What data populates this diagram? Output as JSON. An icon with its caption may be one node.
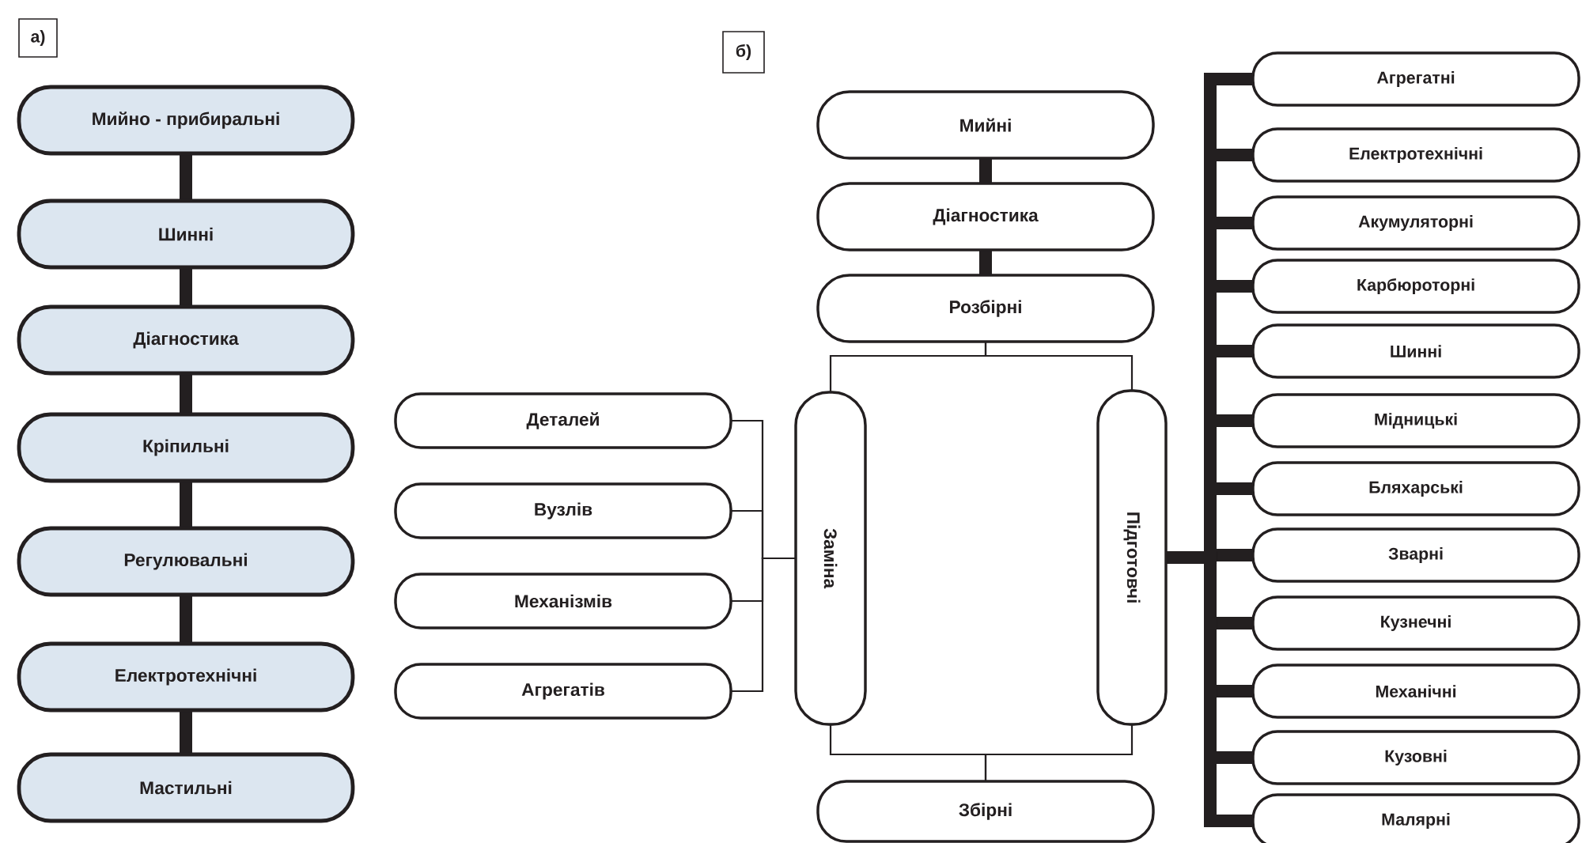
{
  "diagram": {
    "nodes": [
      {
        "text": [
          "а)"
        ]
      },
      {
        "text": [
          "Мийно - прибиральні"
        ]
      },
      {
        "text": [
          "Шинні"
        ]
      },
      {
        "text": [
          "Діагностика"
        ]
      },
      {
        "text": [
          "Кріпильні"
        ]
      },
      {
        "text": [
          "Регулювальні"
        ]
      },
      {
        "text": [
          "Електротехнічні"
        ]
      },
      {
        "text": [
          "Мастильні"
        ]
      },
      {
        "text": [
          "б)"
        ]
      },
      {
        "text": [
          "Деталей"
        ]
      },
      {
        "text": [
          "Вузлів"
        ]
      },
      {
        "text": [
          "Механізмів"
        ]
      },
      {
        "text": [
          "Агрегатів"
        ]
      },
      {
        "text": [
          "Мийні"
        ]
      },
      {
        "text": [
          "Діагностика"
        ]
      },
      {
        "text": [
          "Розбірні"
        ]
      },
      {
        "text": [
          "Заміна"
        ]
      },
      {
        "text": [
          "Підготовчі"
        ]
      },
      {
        "text": [
          "Збірні"
        ]
      },
      {
        "text": [
          "Агрегатні"
        ]
      },
      {
        "text": [
          "Електротехнічні"
        ]
      },
      {
        "text": [
          "Акумуляторні"
        ]
      },
      {
        "text": [
          "Карбюроторні"
        ]
      },
      {
        "text": [
          "Шинні"
        ]
      },
      {
        "text": [
          "Мідницькі"
        ]
      },
      {
        "text": [
          "Бляхарські"
        ]
      },
      {
        "text": [
          "Зварні"
        ]
      },
      {
        "text": [
          "Кузнечні"
        ]
      },
      {
        "text": [
          "Механічні"
        ]
      },
      {
        "text": [
          "Кузовні"
        ]
      },
      {
        "text": [
          "Малярні"
        ]
      }
    ],
    "edges": [
      {
        "from": 1,
        "to": 2,
        "arrow": "none"
      },
      {
        "from": 2,
        "to": 3,
        "arrow": "none"
      },
      {
        "from": 3,
        "to": 4,
        "arrow": "none"
      },
      {
        "from": 4,
        "to": 5,
        "arrow": "none"
      },
      {
        "from": 5,
        "to": 6,
        "arrow": "none"
      },
      {
        "from": 6,
        "to": 7,
        "arrow": "none"
      },
      {
        "from": 13,
        "to": 14,
        "arrow": "none"
      },
      {
        "from": 14,
        "to": 15,
        "arrow": "none"
      },
      {
        "from": 15,
        "to": 16,
        "arrow": "none"
      },
      {
        "from": 15,
        "to": 17,
        "arrow": "none"
      },
      {
        "from": 16,
        "to": 18,
        "arrow": "none"
      },
      {
        "from": 17,
        "to": 18,
        "arrow": "none"
      },
      {
        "from": 9,
        "to": 16,
        "arrow": "none"
      },
      {
        "from": 10,
        "to": 16,
        "arrow": "none"
      },
      {
        "from": 11,
        "to": 16,
        "arrow": "none"
      },
      {
        "from": 12,
        "to": 16,
        "arrow": "none"
      },
      {
        "from": 17,
        "to": 19,
        "arrow": "none"
      },
      {
        "from": 17,
        "to": 20,
        "arrow": "none"
      },
      {
        "from": 17,
        "to": 21,
        "arrow": "none"
      },
      {
        "from": 17,
        "to": 22,
        "arrow": "none"
      },
      {
        "from": 17,
        "to": 23,
        "arrow": "none"
      },
      {
        "from": 17,
        "to": 24,
        "arrow": "none"
      },
      {
        "from": 17,
        "to": 25,
        "arrow": "none"
      },
      {
        "from": 17,
        "to": 26,
        "arrow": "none"
      },
      {
        "from": 17,
        "to": 27,
        "arrow": "none"
      },
      {
        "from": 17,
        "to": 28,
        "arrow": "none"
      },
      {
        "from": 17,
        "to": 29,
        "arrow": "none"
      },
      {
        "from": 17,
        "to": 30,
        "arrow": "none"
      }
    ]
  }
}
